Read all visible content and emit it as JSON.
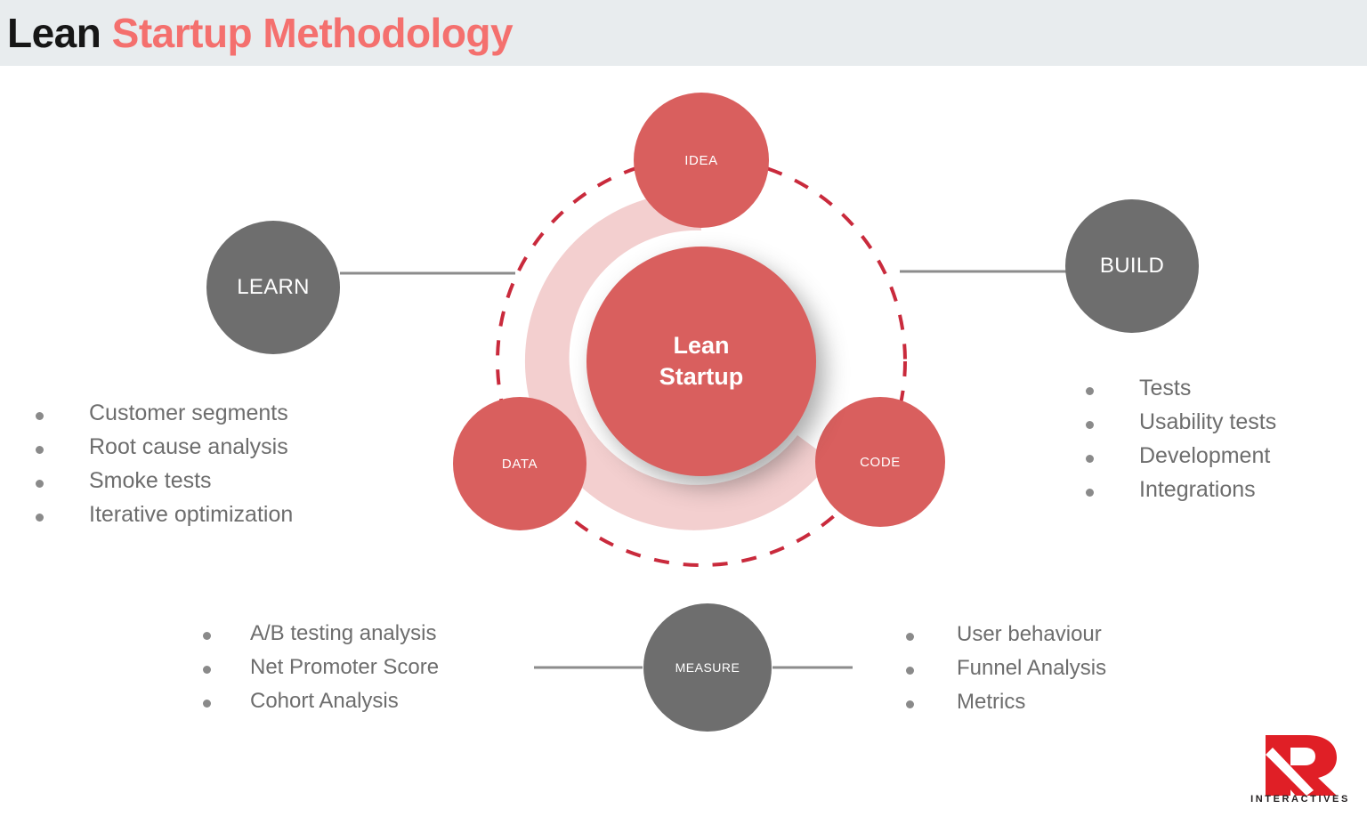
{
  "header": {
    "title_part_dark": "Lean",
    "title_part_accent": "Startup Methodology",
    "band_color": "#e8ecee",
    "accent_color": "#f4706e",
    "dark_color": "#161616"
  },
  "diagram": {
    "type": "cycle-diagram",
    "center_node": {
      "label_line1": "Lean",
      "label_line2": "Startup",
      "color": "#d95f5e"
    },
    "satellite_nodes": [
      {
        "id": "idea",
        "label": "IDEA",
        "color": "#d95f5e",
        "position": "top"
      },
      {
        "id": "data",
        "label": "DATA",
        "color": "#d95f5e",
        "position": "bottom-left"
      },
      {
        "id": "code",
        "label": "CODE",
        "color": "#d95f5e",
        "position": "bottom-right"
      }
    ],
    "phase_nodes": [
      {
        "id": "learn",
        "label": "LEARN",
        "color": "#6e6e6e",
        "position": "left"
      },
      {
        "id": "build",
        "label": "BUILD",
        "color": "#6e6e6e",
        "position": "right"
      },
      {
        "id": "measure",
        "label": "MEASURE",
        "color": "#6e6e6e",
        "position": "bottom"
      }
    ],
    "ring_color": "#f3cfcf",
    "dashed_circle_color": "#c92a3c",
    "connector_color": "#8c8c8c"
  },
  "lists": {
    "learn": {
      "owner": "LEARN",
      "items": [
        "Customer segments",
        "Root cause analysis",
        "Smoke tests",
        "Iterative optimization"
      ]
    },
    "build": {
      "owner": "BUILD",
      "items": [
        "Tests",
        "Usability tests",
        "Development",
        "Integrations"
      ]
    },
    "measure_left": {
      "owner": "MEASURE",
      "items": [
        "A/B testing analysis",
        "Net Promoter Score",
        "Cohort Analysis"
      ]
    },
    "measure_right": {
      "owner": "MEASURE",
      "items": [
        "User behaviour",
        "Funnel Analysis",
        "Metrics"
      ]
    }
  },
  "logo": {
    "mark_letter": "R",
    "wordmark": "INTERACTIVES",
    "mark_color": "#e01f26",
    "wordmark_color": "#231f20"
  }
}
